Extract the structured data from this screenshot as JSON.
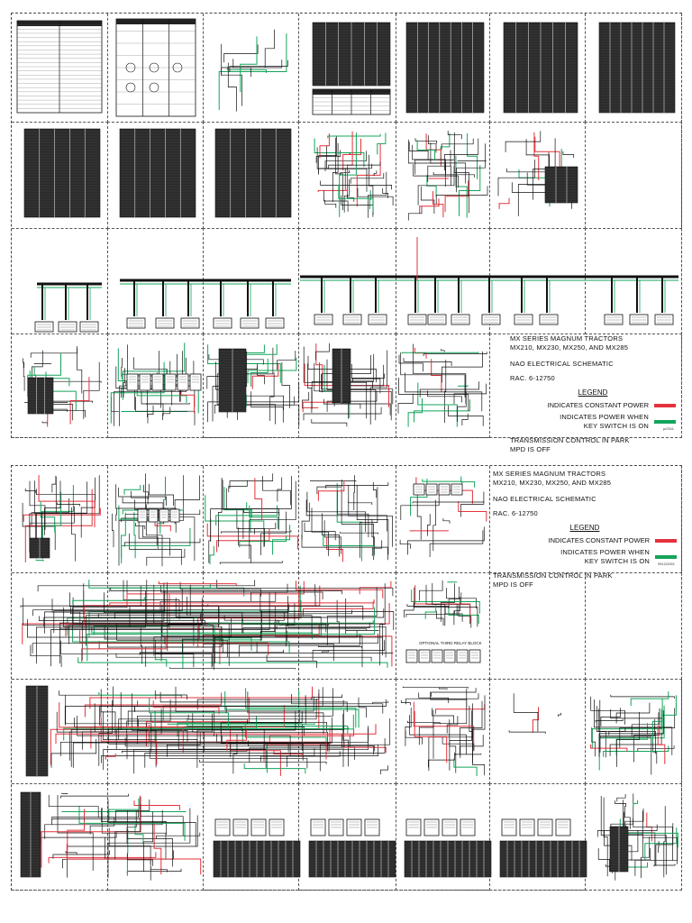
{
  "colors": {
    "constant_power": "#e4323c",
    "key_switch_power": "#14a45a",
    "wire": "#111111",
    "border": "#444444"
  },
  "sheet1": {
    "legend": {
      "title_line1": "MX SERIES MAGNUM TRACTORS",
      "title_line2": "MX210, MX230, MX250, AND MX285",
      "schematic": "NAO ELECTRICAL SCHEMATIC",
      "ref": "RAC. 6-12750",
      "legend_label": "LEGEND",
      "constant_power": "INDICATES CONSTANT POWER",
      "key_power_line1": "INDICATES POWER WHEN",
      "key_power_line2": "KEY SWITCH IS ON",
      "condition_line1": "TRANSMISSION CONTROL IN PARK",
      "condition_line2": "MPD IS OFF",
      "code": "µ/0311"
    }
  },
  "sheet2": {
    "legend": {
      "title_line1": "MX SERIES MAGNUM TRACTORS",
      "title_line2": "MX210, MX230, MX250, AND MX285",
      "schematic": "NAO ELECTRICAL SCHEMATIC",
      "ref": "RAC. 6-12750",
      "legend_label": "LEGEND",
      "constant_power": "INDICATES CONSTANT POWER",
      "key_power_line1": "INDICATES POWER WHEN",
      "key_power_line2": "KEY SWITCH IS ON",
      "condition_line1": "TRANSMISSION CONTROL IN PARK",
      "condition_line2": "MPD IS OFF",
      "code": "9912/2001",
      "relay_block": "OPTIONAL THIRD RELAY BLOCK"
    }
  }
}
